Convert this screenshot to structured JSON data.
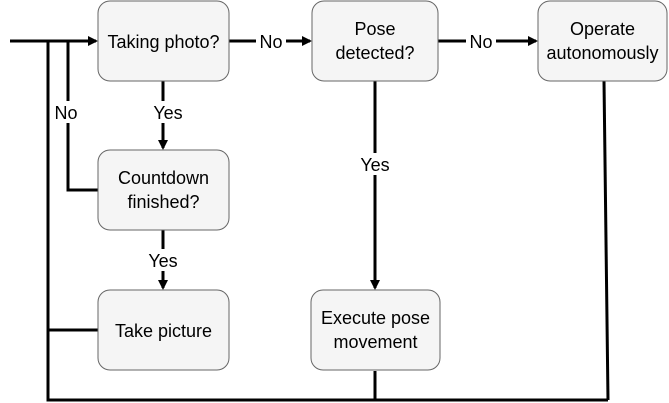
{
  "nodes": {
    "taking_photo": {
      "line1": "Taking photo?"
    },
    "pose_detected": {
      "line1": "Pose",
      "line2": "detected?"
    },
    "operate_autonomously": {
      "line1": "Operate",
      "line2": "autonomously"
    },
    "countdown_finished": {
      "line1": "Countdown",
      "line2": "finished?"
    },
    "take_picture": {
      "line1": "Take picture"
    },
    "execute_pose_movement": {
      "line1": "Execute pose",
      "line2": "movement"
    }
  },
  "edge_labels": {
    "photo_to_pose_no": "No",
    "pose_to_operate_no": "No",
    "countdown_loop_no": "No",
    "photo_to_countdown_yes": "Yes",
    "pose_to_execute_yes": "Yes",
    "countdown_to_take_yes": "Yes"
  }
}
